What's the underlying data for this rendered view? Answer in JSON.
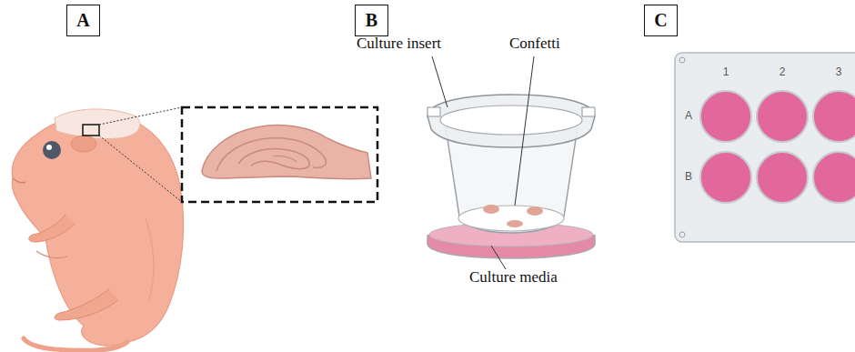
{
  "diagram": {
    "nodes": [
      {
        "text": [
          "A"
        ]
      },
      {
        "text": [
          "B"
        ]
      },
      {
        "text": [
          "C"
        ]
      }
    ],
    "labels": [
      "Culture insert",
      "Confetti",
      "Culture media",
      "1",
      "2",
      "3",
      "A",
      "B"
    ]
  }
}
